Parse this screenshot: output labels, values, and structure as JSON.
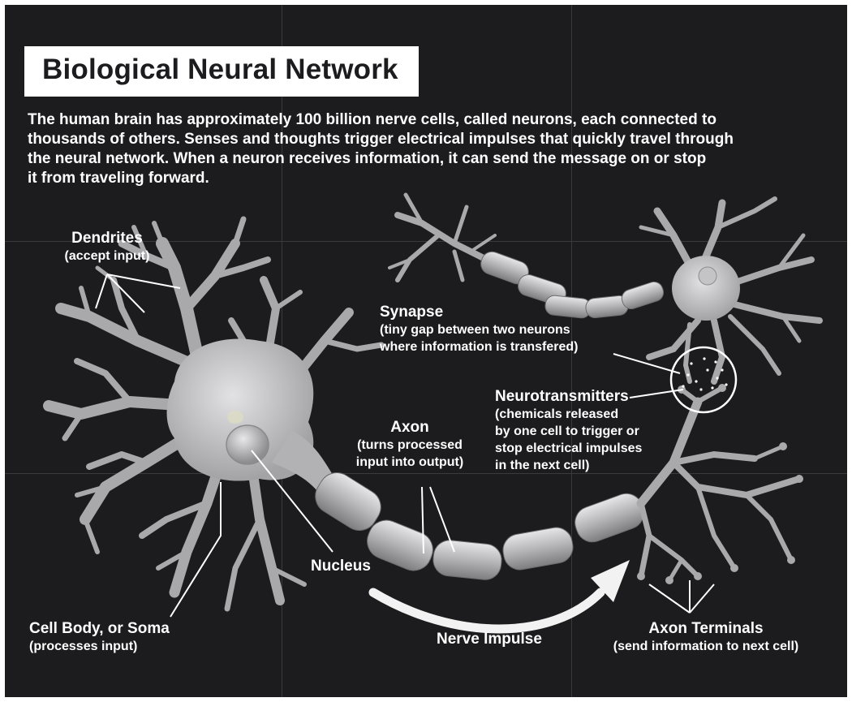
{
  "title": "Biological Neural Network",
  "intro": [
    "The human brain has approximately 100 billion nerve cells, called neurons, each connected to",
    "thousands of others. Senses and thoughts trigger electrical impulses that quickly travel through",
    "the neural network. When a neuron receives information, it can send the message on or stop",
    "it from traveling forward."
  ],
  "labels": {
    "dendrites": {
      "title": "Dendrites",
      "sub": "(accept input)"
    },
    "synapse": {
      "title": "Synapse",
      "sub1": "(tiny gap between two neurons",
      "sub2": "where information is transfered)"
    },
    "neurotransmitters": {
      "title": "Neurotransmitters",
      "sub1": "(chemicals released",
      "sub2": "by one cell to trigger or",
      "sub3": "stop electrical impulses",
      "sub4": "in the next cell)"
    },
    "axon": {
      "title": "Axon",
      "sub1": "(turns processed",
      "sub2": "input into output)"
    },
    "nucleus": {
      "title": "Nucleus"
    },
    "soma": {
      "title": "Cell Body, or Soma",
      "sub": "(processes input)"
    },
    "nerve_impulse": {
      "title": "Nerve Impulse"
    },
    "axon_terminals": {
      "title": "Axon Terminals",
      "sub": "(send information to next cell)"
    }
  },
  "colors": {
    "background": "#1c1b1d",
    "neuron": "#a9a9ab",
    "neuron_highlight": "#d6d6d8",
    "text": "#ffffff"
  }
}
